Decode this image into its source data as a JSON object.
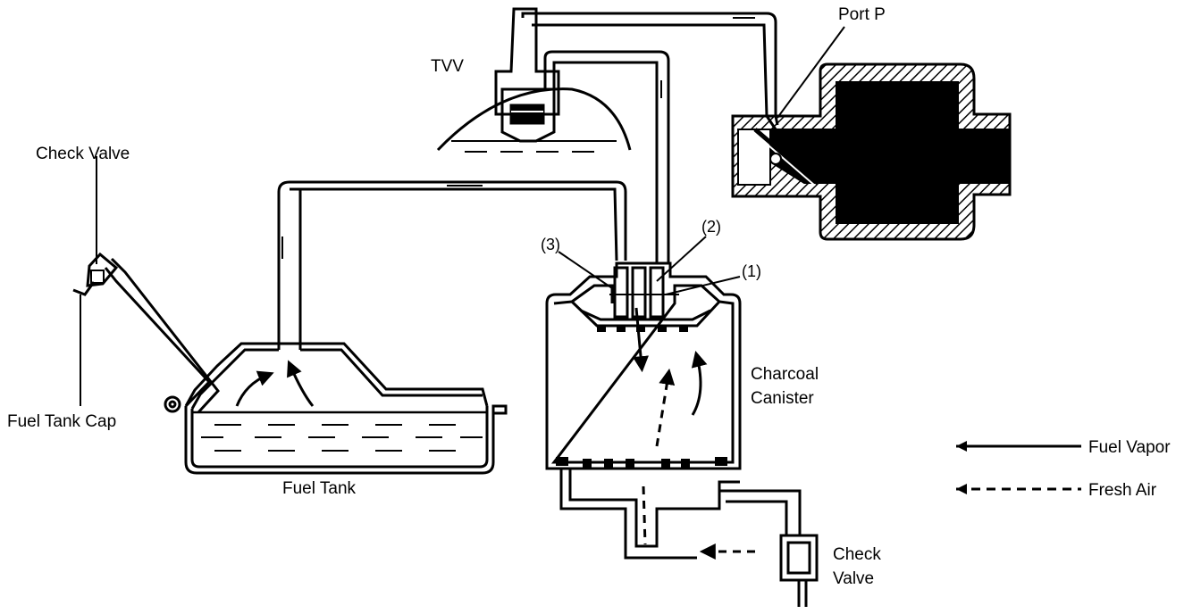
{
  "labels": {
    "check_valve_top": "Check Valve",
    "fuel_tank_cap": "Fuel Tank Cap",
    "fuel_tank": "Fuel Tank",
    "tvv": "TVV",
    "port_p": "Port P",
    "port_1": "(1)",
    "port_2": "(2)",
    "port_3": "(3)",
    "charcoal_canister_line1": "Charcoal",
    "charcoal_canister_line2": "Canister",
    "check_valve_bottom_line1": "Check",
    "check_valve_bottom_line2": "Valve"
  },
  "legend": {
    "fuel_vapor": "Fuel Vapor",
    "fresh_air": "Fresh Air"
  }
}
